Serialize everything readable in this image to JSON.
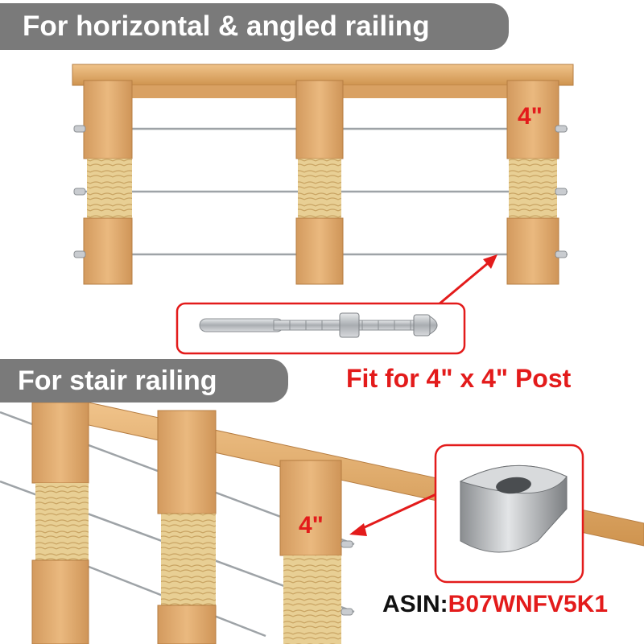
{
  "banners": {
    "top": "For horizontal & angled railing",
    "stair": "For stair railing"
  },
  "labels": {
    "post_size_top": "4\"",
    "post_size_stair": "4\"",
    "fit": "Fit for 4\" x 4\" Post"
  },
  "asin": {
    "prefix": "ASIN:",
    "code": "B07WNFV5K1"
  },
  "colors": {
    "banner_bg": "#7a7a7a",
    "accent_red": "#e31b1b",
    "wood": "#e2ae72",
    "wood_dark": "#c98e52",
    "end_grain": "#e9d29c",
    "steel": "#b8bcc0"
  }
}
